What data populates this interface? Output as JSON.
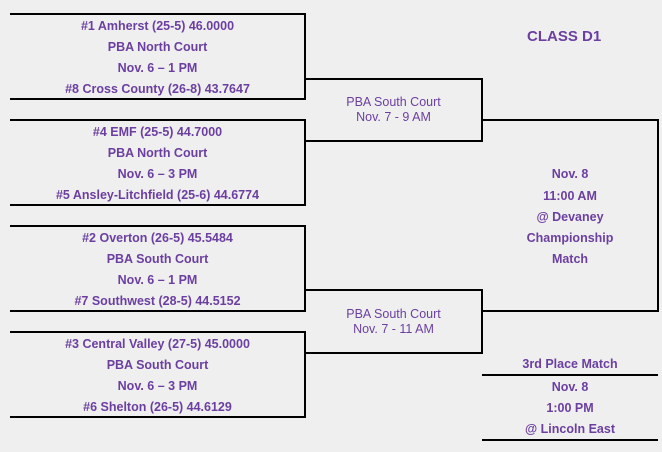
{
  "title": "CLASS D1",
  "colors": {
    "text": "#6b3fa0",
    "line": "#000000",
    "background": "#efefef"
  },
  "first_round": [
    {
      "team_a": "#1 Amherst (25-5) 46.0000",
      "venue": "PBA North Court",
      "time": "Nov. 6 – 1 PM",
      "team_b": "#8 Cross County (26-8) 43.7647"
    },
    {
      "team_a": "#4 EMF (25-5) 44.7000",
      "venue": "PBA North Court",
      "time": "Nov. 6 – 3 PM",
      "team_b": "#5 Ansley-Litchfield (25-6) 44.6774"
    },
    {
      "team_a": "#2 Overton (26-5) 45.5484",
      "venue": "PBA South Court",
      "time": "Nov. 6 – 1 PM",
      "team_b": "#7 Southwest (28-5) 44.5152"
    },
    {
      "team_a": "#3 Central Valley (27-5) 45.0000",
      "venue": "PBA South Court",
      "time": "Nov. 6 – 3 PM",
      "team_b": "#6 Shelton (26-5) 44.6129"
    }
  ],
  "semifinals": [
    {
      "venue": "PBA South Court",
      "time": "Nov. 7 - 9 AM"
    },
    {
      "venue": "PBA South Court",
      "time": "Nov. 7 - 11 AM"
    }
  ],
  "championship": {
    "date": "Nov. 8",
    "time": "11:00 AM",
    "location": "@ Devaney",
    "label_line1": "Championship",
    "label_line2": "Match"
  },
  "third_place": {
    "label": "3rd Place Match",
    "date": "Nov. 8",
    "time": "1:00 PM",
    "location": "@ Lincoln East"
  }
}
